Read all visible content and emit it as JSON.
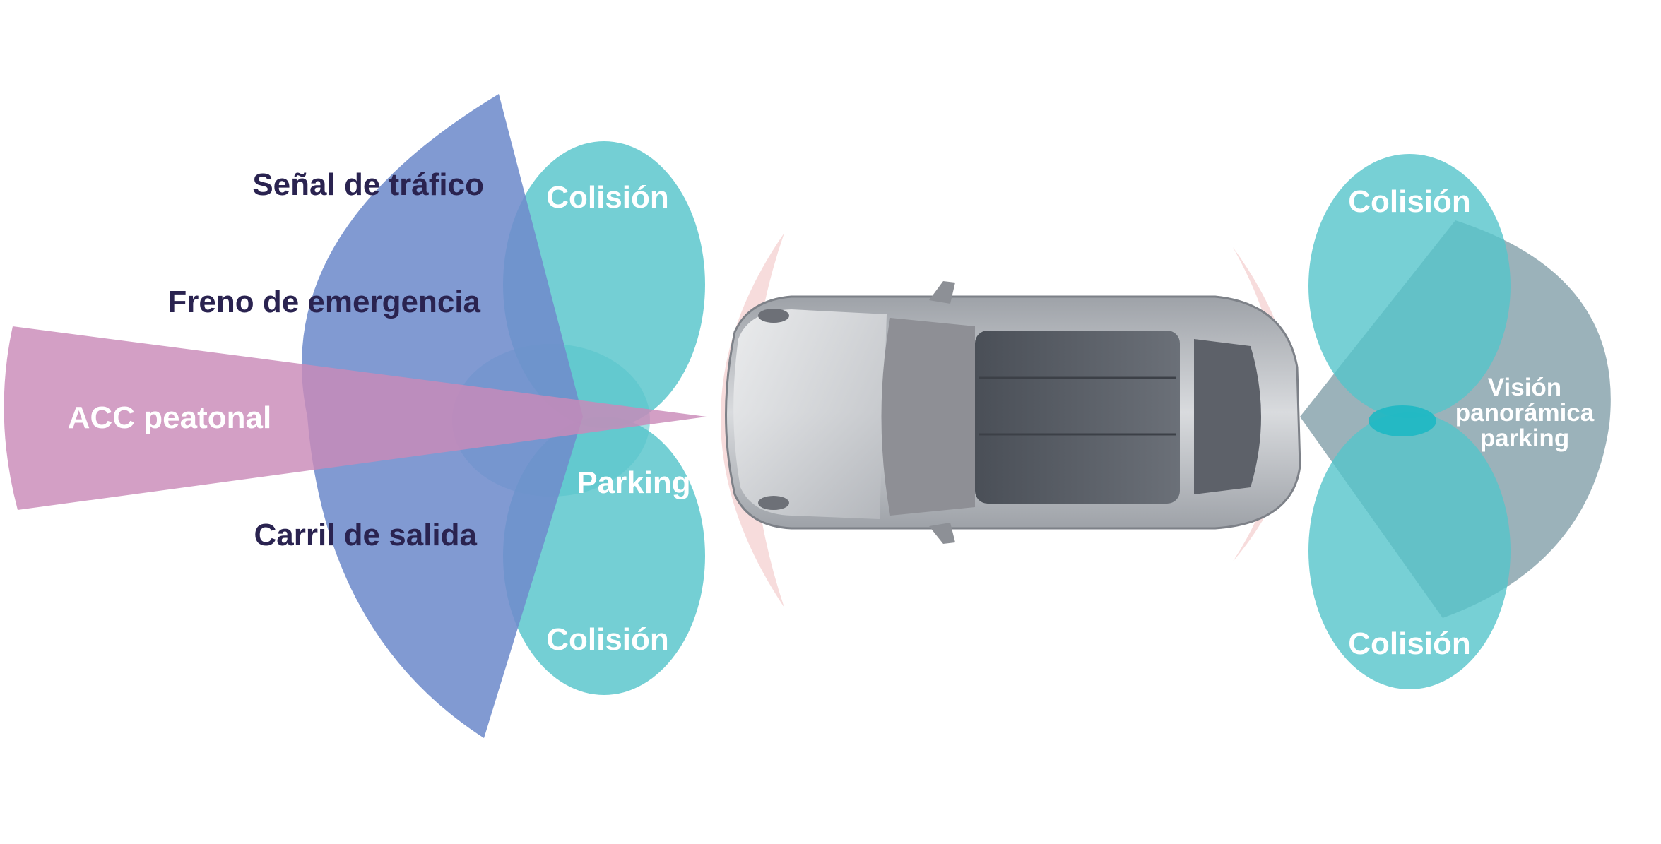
{
  "labels": {
    "traffic_sign": "Señal de tráfico",
    "emergency_brake": "Freno de emergencia",
    "pedestrian_acc": "ACC peatonal",
    "lane_departure": "Carril de salida",
    "collision_front_top": "Colisión",
    "collision_front_bottom": "Colisión",
    "parking": "Parking",
    "collision_rear_top": "Colisión",
    "collision_rear_bottom": "Colisión",
    "surround_view_line1": "Visión",
    "surround_view_line2": "panorámica",
    "surround_view_line3": "parking"
  },
  "colors": {
    "long_range_radar": "#6f8ccc",
    "pedestrian_acc": "#c98ab8",
    "collision": "#55c4cb",
    "parking_ultrasonic": "#f6d6d6",
    "surround_view": "#8aa4ae",
    "dark_label": "#2a2350",
    "car_body": "#b9bcc1"
  }
}
